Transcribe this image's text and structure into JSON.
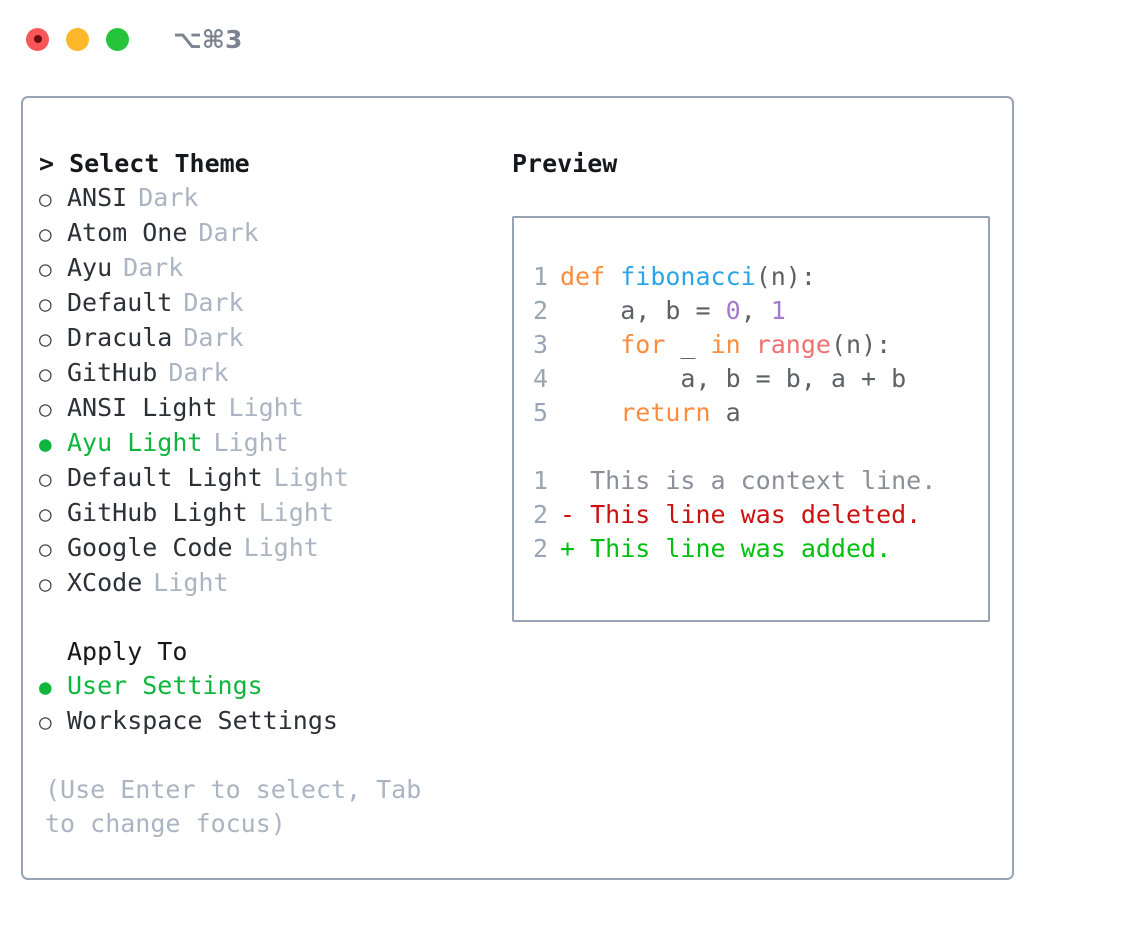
{
  "window": {
    "shortcut": "⌥⌘3",
    "traffic_lights": [
      {
        "name": "close",
        "color": "#f9565a"
      },
      {
        "name": "minimize",
        "color": "#fcb72b"
      },
      {
        "name": "maximize",
        "color": "#25c43b"
      }
    ]
  },
  "theme_list": {
    "header": "> Select Theme",
    "selected_marker": "●",
    "unselected_marker": "○",
    "items": [
      {
        "marker": "○",
        "label": "ANSI",
        "tag": "Dark",
        "selected": false
      },
      {
        "marker": "○",
        "label": "Atom One",
        "tag": "Dark",
        "selected": false
      },
      {
        "marker": "○",
        "label": "Ayu",
        "tag": "Dark",
        "selected": false
      },
      {
        "marker": "○",
        "label": "Default",
        "tag": "Dark",
        "selected": false
      },
      {
        "marker": "○",
        "label": "Dracula",
        "tag": "Dark",
        "selected": false
      },
      {
        "marker": "○",
        "label": "GitHub",
        "tag": "Dark",
        "selected": false
      },
      {
        "marker": "○",
        "label": "ANSI Light",
        "tag": "Light",
        "selected": false
      },
      {
        "marker": "●",
        "label": "Ayu Light",
        "tag": "Light",
        "selected": true
      },
      {
        "marker": "○",
        "label": "Default Light",
        "tag": "Light",
        "selected": false
      },
      {
        "marker": "○",
        "label": "GitHub Light",
        "tag": "Light",
        "selected": false
      },
      {
        "marker": "○",
        "label": "Google Code",
        "tag": "Light",
        "selected": false
      },
      {
        "marker": "○",
        "label": "XCode",
        "tag": "Light",
        "selected": false
      }
    ]
  },
  "apply_to": {
    "header": "Apply To",
    "items": [
      {
        "marker": "●",
        "label": "User Settings",
        "selected": true
      },
      {
        "marker": "○",
        "label": "Workspace Settings",
        "selected": false
      }
    ]
  },
  "hint": "(Use Enter to select, Tab to change focus)",
  "preview": {
    "title": "Preview",
    "code_lines": [
      {
        "n": "1",
        "indent": "",
        "tokens": [
          {
            "t": "def ",
            "c": "kw"
          },
          {
            "t": "fibonacci",
            "c": "fn"
          },
          {
            "t": "(n):",
            "c": "punc"
          }
        ]
      },
      {
        "n": "2",
        "indent": "    ",
        "tokens": [
          {
            "t": "a, b = ",
            "c": "plain"
          },
          {
            "t": "0",
            "c": "num"
          },
          {
            "t": ", ",
            "c": "plain"
          },
          {
            "t": "1",
            "c": "num"
          }
        ]
      },
      {
        "n": "3",
        "indent": "    ",
        "tokens": [
          {
            "t": "for ",
            "c": "kw"
          },
          {
            "t": "_ ",
            "c": "plain"
          },
          {
            "t": "in ",
            "c": "kw"
          },
          {
            "t": "range",
            "c": "call"
          },
          {
            "t": "(n):",
            "c": "punc"
          }
        ]
      },
      {
        "n": "4",
        "indent": "        ",
        "tokens": [
          {
            "t": "a, b = b, a + b",
            "c": "plain"
          }
        ]
      },
      {
        "n": "5",
        "indent": "    ",
        "tokens": [
          {
            "t": "return ",
            "c": "kw"
          },
          {
            "t": "a",
            "c": "plain"
          }
        ]
      }
    ],
    "diff_lines": [
      {
        "n": "1",
        "sign": "  ",
        "text": "This is a context line.",
        "kind": "ctx"
      },
      {
        "n": "2",
        "sign": "- ",
        "text": "This line was deleted.",
        "kind": "del"
      },
      {
        "n": "2",
        "sign": "+ ",
        "text": "This line was added.",
        "kind": "add"
      }
    ]
  },
  "colors": {
    "accent_selected": "#0fb63d",
    "muted_tag": "#abb4c2",
    "border": "#97a2b2",
    "keyword": "#fa8d3e",
    "entity": "#2aa5ea",
    "function_call": "#f07171",
    "number": "#a37acc",
    "diff_deleted": "#cc1111",
    "diff_added": "#00c010",
    "diff_context": "#8a8f98"
  }
}
